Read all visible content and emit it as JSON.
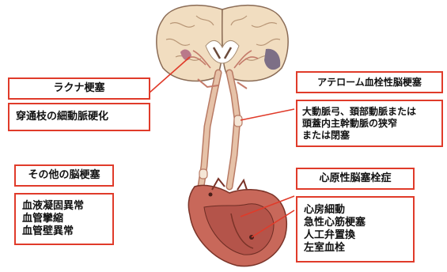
{
  "lacunar": {
    "title": "ラクナ梗塞",
    "cause": "穿通枝の細動脈硬化"
  },
  "atherothrombotic": {
    "title": "アテローム血栓性脳梗塞",
    "causes": [
      "大動脈弓、頚部動脈または",
      "頭蓋内主幹動脈の狭窄",
      "または閉塞"
    ]
  },
  "other": {
    "title": "その他の脳梗塞",
    "causes": [
      "血液凝固異常",
      "血管攣縮",
      "血管壁異常"
    ]
  },
  "cardioembolic": {
    "title": "心原性脳塞栓症",
    "causes": [
      "心房細動",
      "急性心筋梗塞",
      "人工弁置換",
      "左室血栓"
    ]
  },
  "colors": {
    "box_border": "#e03b2a",
    "leader_line": "#e03b2a",
    "brain": "#f1ddc0",
    "vessel": "#d9b094",
    "heart": "#c8685a"
  }
}
